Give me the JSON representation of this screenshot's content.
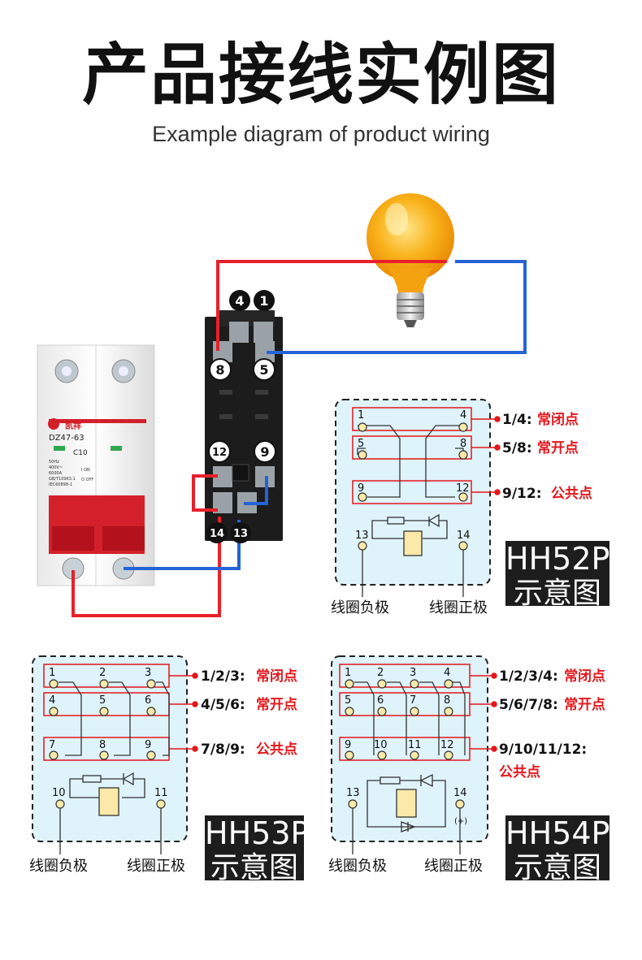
{
  "header": {
    "title": "产品接线实例图",
    "subtitle": "Example diagram of product wiring"
  },
  "breaker": {
    "brand": "凯祥",
    "model": "DZ47-63",
    "rating": "C10",
    "specs": [
      "50Hz",
      "400V~",
      "6000A",
      "GB/T10963.1",
      "IEC60898-1"
    ],
    "on_label": "I ON",
    "off_label": "O OFF"
  },
  "relay_socket": {
    "terminal_labels": [
      "4",
      "1",
      "8",
      "5",
      "12",
      "9",
      "14",
      "13"
    ]
  },
  "hh52p": {
    "model": "HH52P",
    "caption": "示意图",
    "pins": [
      "1",
      "4",
      "5",
      "8",
      "9",
      "12",
      "13",
      "14"
    ],
    "legend": [
      {
        "pins": "1/4:",
        "text": "常闭点"
      },
      {
        "pins": "5/8:",
        "text": "常开点"
      },
      {
        "pins": "9/12:",
        "text": "公共点"
      }
    ],
    "coil_negative": "线圈负极",
    "coil_positive": "线圈正极"
  },
  "hh53p": {
    "model": "HH53P",
    "caption": "示意图",
    "pins": [
      "1",
      "2",
      "3",
      "4",
      "5",
      "6",
      "7",
      "8",
      "9",
      "10",
      "11"
    ],
    "legend": [
      {
        "pins": "1/2/3:",
        "text": "常闭点"
      },
      {
        "pins": "4/5/6:",
        "text": "常开点"
      },
      {
        "pins": "7/8/9:",
        "text": "公共点"
      }
    ],
    "coil_negative": "线圈负极",
    "coil_positive": "线圈正极"
  },
  "hh54p": {
    "model": "HH54P",
    "caption": "示意图",
    "pins": [
      "1",
      "2",
      "3",
      "4",
      "5",
      "6",
      "7",
      "8",
      "9",
      "10",
      "11",
      "12",
      "13",
      "14"
    ],
    "plus_mark": "(+)",
    "legend": [
      {
        "pins": "1/2/3/4:",
        "text": "常闭点"
      },
      {
        "pins": "5/6/7/8:",
        "text": "常开点"
      },
      {
        "pins": "9/10/11/12:",
        "text": "公共点"
      }
    ],
    "coil_negative": "线圈负极",
    "coil_positive": "线圈正极"
  },
  "colors": {
    "wire_red": "#e8202a",
    "wire_blue": "#2563d6",
    "panel_bg": "#dff3fb",
    "legend_red": "#e4161b",
    "bulb": "#f7a410"
  }
}
